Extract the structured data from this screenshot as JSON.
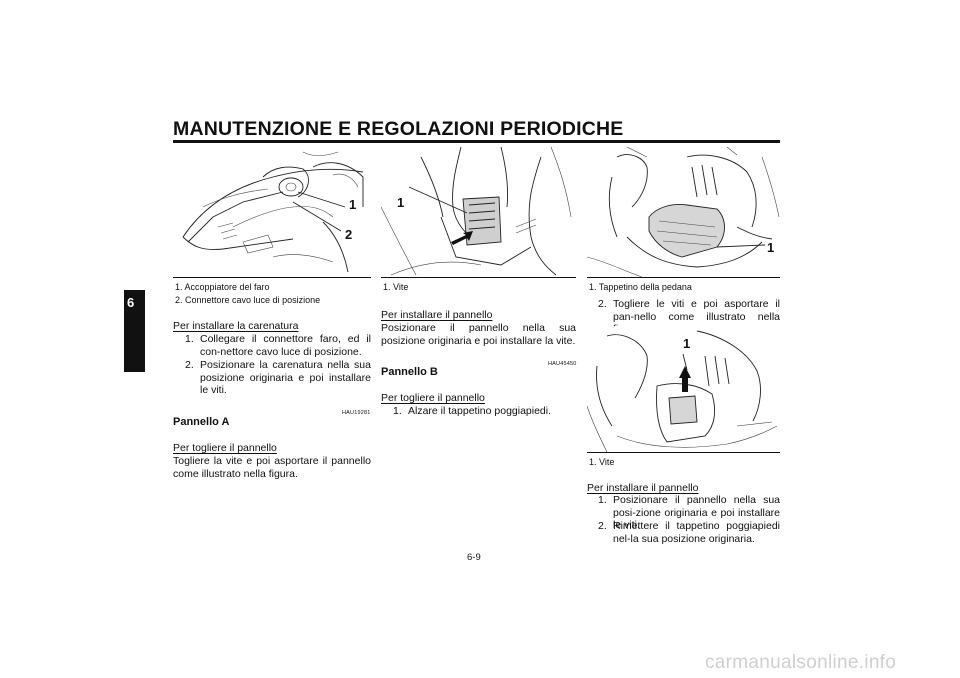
{
  "header": {
    "title": "MANUTENZIONE E REGOLAZIONI PERIODICHE"
  },
  "side_tab": {
    "number": "6"
  },
  "col1": {
    "figure": {
      "callouts": [
        "1",
        "2"
      ],
      "captions": [
        "1.  Accoppiatore del faro",
        "2.  Connettore cavo luce di posizione"
      ]
    },
    "sub1": "Per installare la carenatura",
    "steps1": [
      {
        "n": "1.",
        "text": "Collegare il connettore faro, ed il con-nettore cavo luce di posizione."
      },
      {
        "n": "2.",
        "text": "Posizionare la carenatura nella sua posizione originaria e poi installare le viti."
      }
    ],
    "code": "HAU19281",
    "heading": "Pannello A",
    "sub2": "Per togliere il pannello",
    "para2": "Togliere la vite e poi asportare il pannello come illustrato nella figura."
  },
  "col2": {
    "figure": {
      "callouts": [
        "1"
      ],
      "captions": [
        "1.  Vite"
      ]
    },
    "sub1": "Per installare il pannello",
    "para1": "Posizionare il pannello nella sua posizione originaria e poi installare la vite.",
    "code": "HAU45450",
    "heading": "Pannello B",
    "sub2": "Per togliere il pannello",
    "steps2": [
      {
        "n": "1.",
        "text": "Alzare il tappetino poggiapiedi."
      }
    ]
  },
  "col3": {
    "figure1": {
      "callouts": [
        "1"
      ],
      "captions": [
        "1.  Tappetino della pedana"
      ]
    },
    "steps1": [
      {
        "n": "2.",
        "text": "Togliere le viti e poi asportare il pan-nello come illustrato nella figura."
      }
    ],
    "figure2": {
      "callouts": [
        "1"
      ],
      "captions": [
        "1.  Vite"
      ]
    },
    "sub1": "Per installare il pannello",
    "steps2": [
      {
        "n": "1.",
        "text": "Posizionare il pannello nella sua posi-zione originaria e poi installare le viti."
      },
      {
        "n": "2.",
        "text": "Rimettere il tappetino poggiapiedi nel-la sua posizione originaria."
      }
    ]
  },
  "footer": {
    "page": "6-9",
    "watermark": "carmanualsonline.info"
  }
}
